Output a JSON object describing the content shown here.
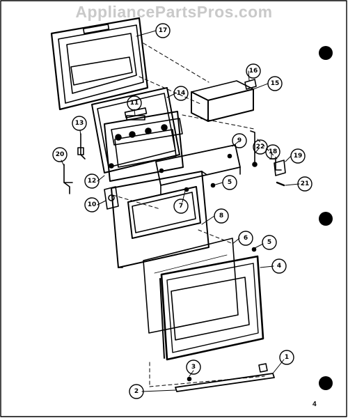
{
  "watermark": "AppliancePartsPros.com",
  "page_number": "4",
  "callouts": {
    "c1": "1",
    "c2": "2",
    "c3": "3",
    "c4": "4",
    "c5a": "5",
    "c5b": "5",
    "c6": "6",
    "c7": "7",
    "c8": "8",
    "c9": "9",
    "c10": "10",
    "c11": "11",
    "c12": "12",
    "c13": "13",
    "c14": "14",
    "c15": "15",
    "c16": "16",
    "c17": "17",
    "c18": "18",
    "c19": "19",
    "c20": "20",
    "c21": "21",
    "c22": "22"
  },
  "colors": {
    "ink": "#000000",
    "paper": "#ffffff",
    "watermark": "#c9c9c9"
  }
}
